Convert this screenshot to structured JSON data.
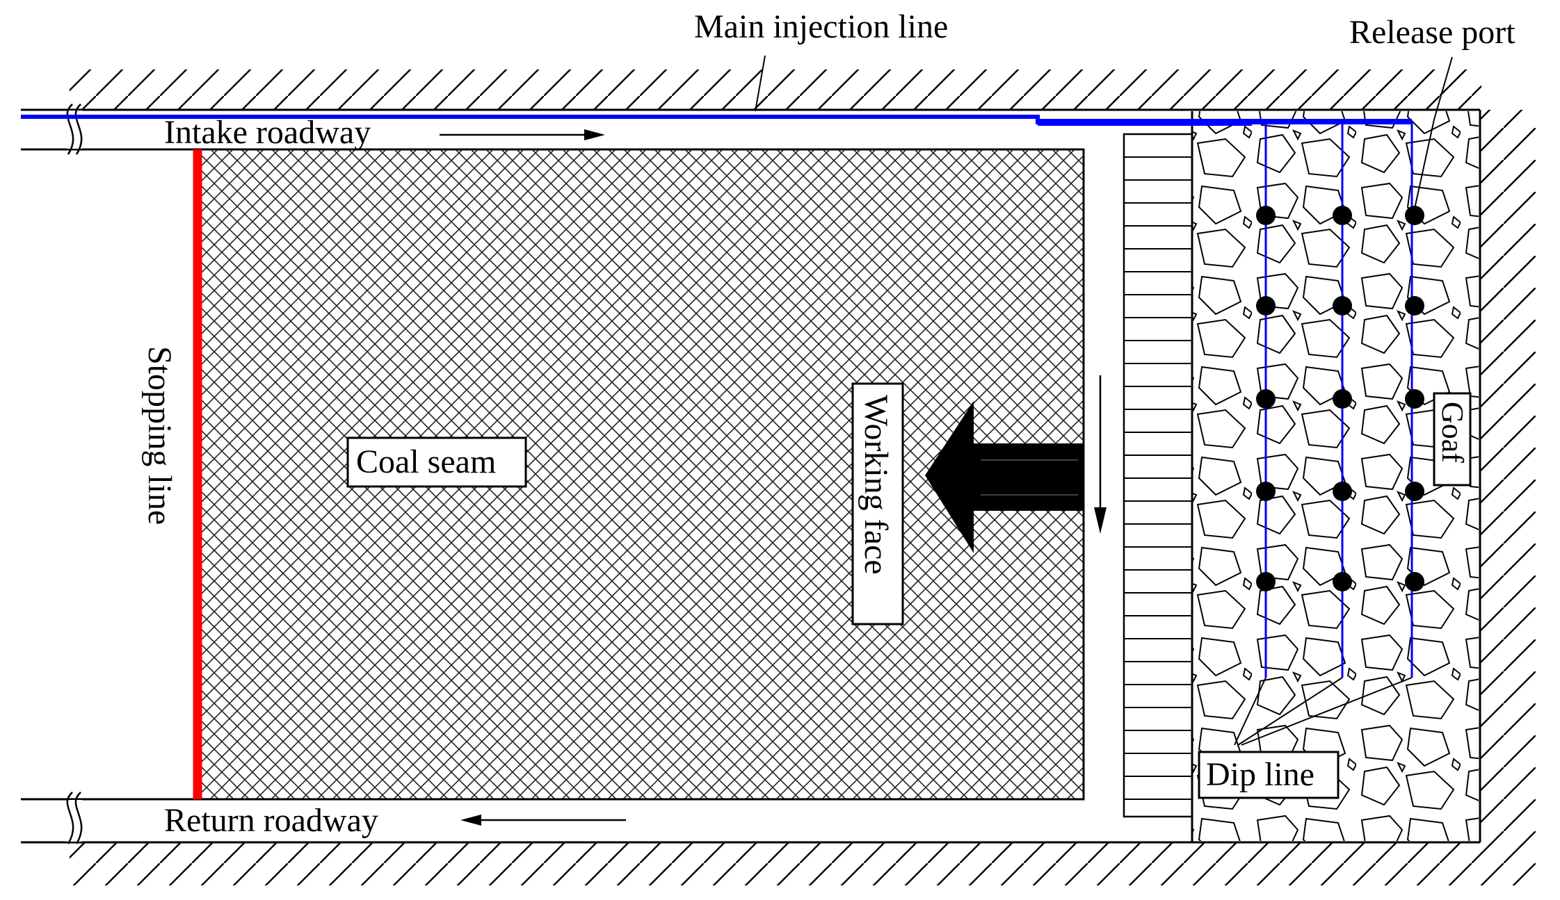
{
  "labels": {
    "main_injection_line": "Main injection line",
    "release_port": "Release port",
    "intake_roadway": "Intake roadway",
    "return_roadway": "Return  roadway",
    "stopping_line": "Stopping line",
    "coal_seam": "Coal seam",
    "working_face": "Working face",
    "goaf": "Goaf",
    "dip_line": "Dip line"
  },
  "colors": {
    "injection_line": "#0000ff",
    "stopping_line": "#ff0000",
    "ink": "#000000",
    "background": "#ffffff"
  }
}
